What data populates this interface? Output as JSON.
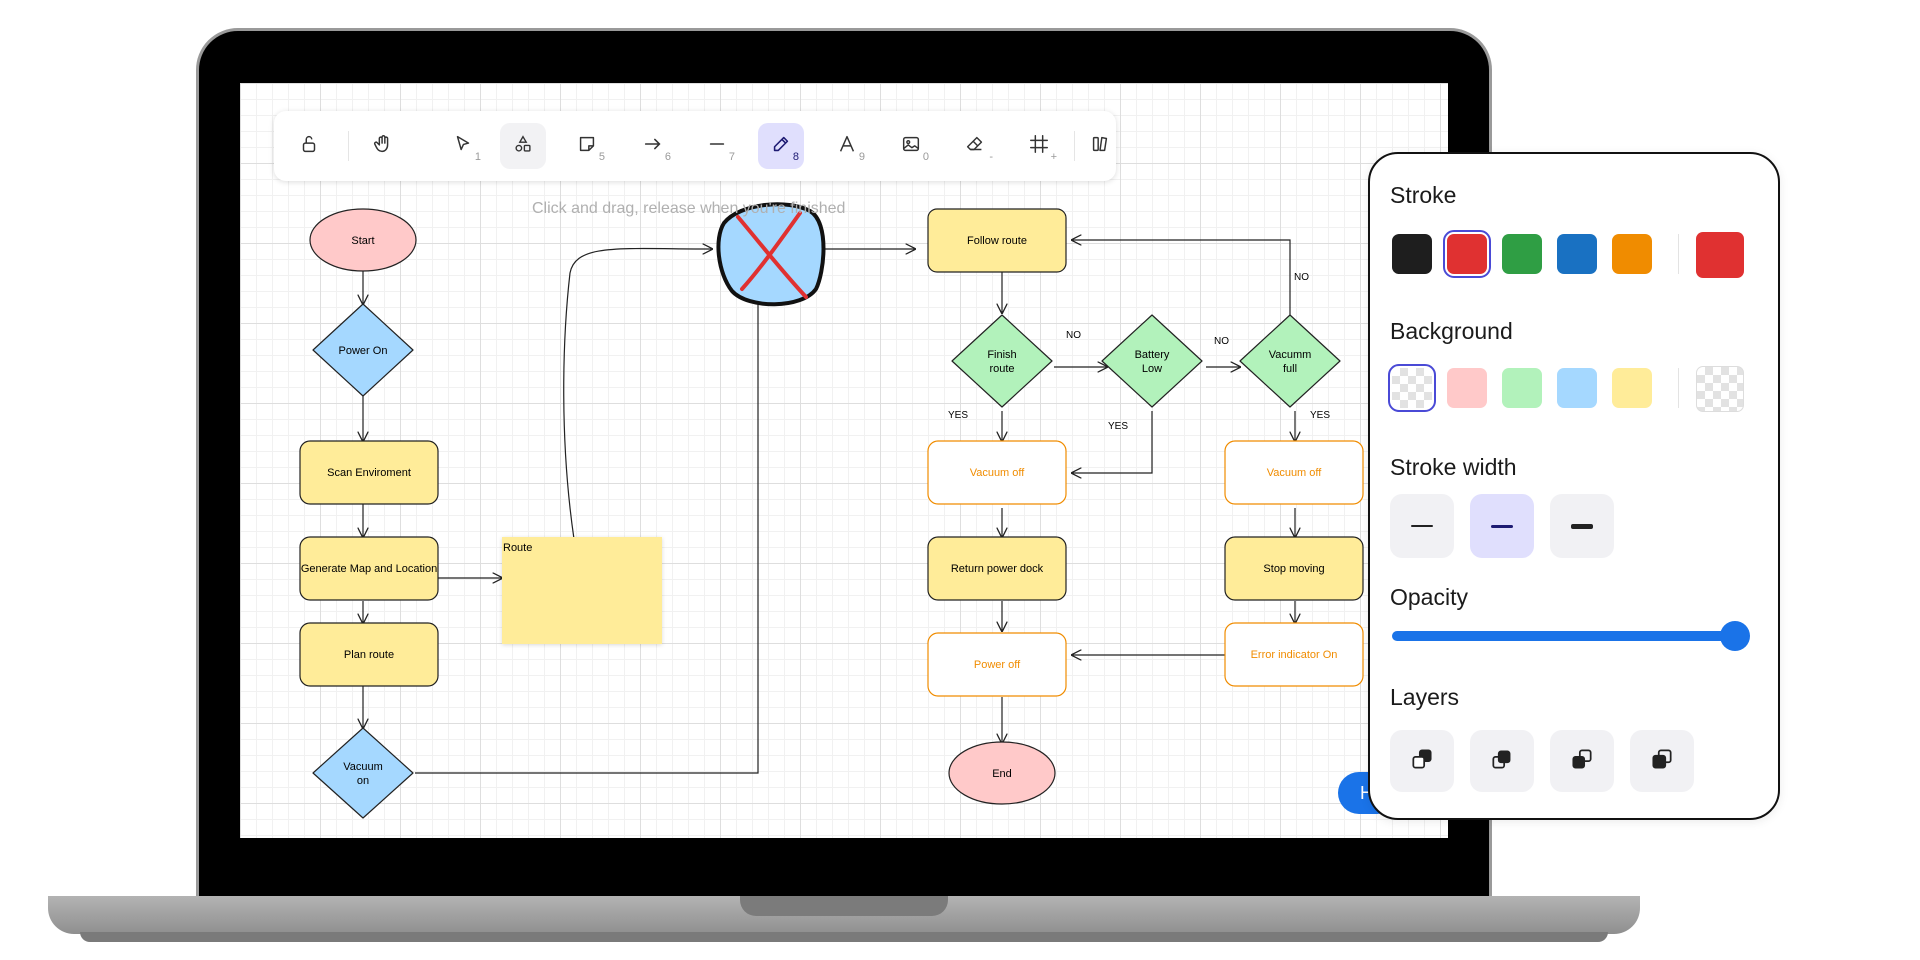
{
  "toolbar": {
    "tools": [
      {
        "name": "lock",
        "icon": "unlock-icon",
        "shortcut": ""
      },
      {
        "name": "hand",
        "icon": "hand-icon",
        "shortcut": ""
      },
      {
        "name": "selection",
        "icon": "pointer-icon",
        "shortcut": "1"
      },
      {
        "name": "shapes",
        "icon": "shapes-icon",
        "shortcut": ""
      },
      {
        "name": "sticky",
        "icon": "sticky-note-icon",
        "shortcut": "5"
      },
      {
        "name": "arrow",
        "icon": "arrow-icon",
        "shortcut": "6"
      },
      {
        "name": "line",
        "icon": "line-icon",
        "shortcut": "7"
      },
      {
        "name": "draw",
        "icon": "pencil-icon",
        "shortcut": "8"
      },
      {
        "name": "text",
        "icon": "text-icon",
        "shortcut": "9"
      },
      {
        "name": "image",
        "icon": "image-icon",
        "shortcut": "0"
      },
      {
        "name": "eraser",
        "icon": "eraser-icon",
        "shortcut": "-"
      },
      {
        "name": "frame",
        "icon": "frame-icon",
        "shortcut": "+"
      },
      {
        "name": "library",
        "icon": "library-icon",
        "shortcut": ""
      }
    ],
    "active_tool": "draw"
  },
  "hint": "Click and drag, release when you're finished",
  "flowchart": {
    "start": "Start",
    "power_on": "Power On",
    "scan": "Scan Enviroment",
    "generate": "Generate Map and Location",
    "plan": "Plan route",
    "vacuum_on_1": "Vacuum",
    "vacuum_on_2": "on",
    "sticky": "Route",
    "follow": "Follow route",
    "finish_1": "Finish",
    "finish_2": "route",
    "battery_1": "Battery",
    "battery_2": "Low",
    "vacumm_1": "Vacumm",
    "vacumm_2": "full",
    "vacuum_off_left": "Vacuum off",
    "vacuum_off_right": "Vacuum off",
    "return_dock": "Return power dock",
    "stop_moving": "Stop moving",
    "power_off": "Power off",
    "error": "Error indicator On",
    "end": "End",
    "label_no_1": "NO",
    "label_no_2": "NO",
    "label_no_3": "NO",
    "label_yes_1": "YES",
    "label_yes_2": "YES",
    "label_yes_3": "YES"
  },
  "help_button": "H",
  "panel": {
    "stroke_title": "Stroke",
    "stroke_colors": [
      "#1e1e1e",
      "#e03131",
      "#2f9e44",
      "#1971c2",
      "#f08c00"
    ],
    "stroke_selected": "#e03131",
    "background_title": "Background",
    "background_colors": [
      "transparent",
      "#ffc9c9",
      "#b2f2bb",
      "#a5d8ff",
      "#ffec99"
    ],
    "background_selected": "transparent",
    "stroke_width_title": "Stroke width",
    "stroke_width_selected": "bold",
    "opacity_title": "Opacity",
    "opacity_value": 100,
    "layers_title": "Layers",
    "layer_actions": [
      "send-to-back-icon",
      "send-backward-icon",
      "bring-forward-icon",
      "bring-to-front-icon"
    ]
  },
  "colors": {
    "accent": "#1a73e8",
    "tool_active_bg": "#e0dffd",
    "node_pink": "#ffc9c9",
    "node_blue": "#a5d8ff",
    "node_yellow": "#ffec99",
    "node_green": "#b2f2bb",
    "node_orange_text": "#f08c00"
  }
}
